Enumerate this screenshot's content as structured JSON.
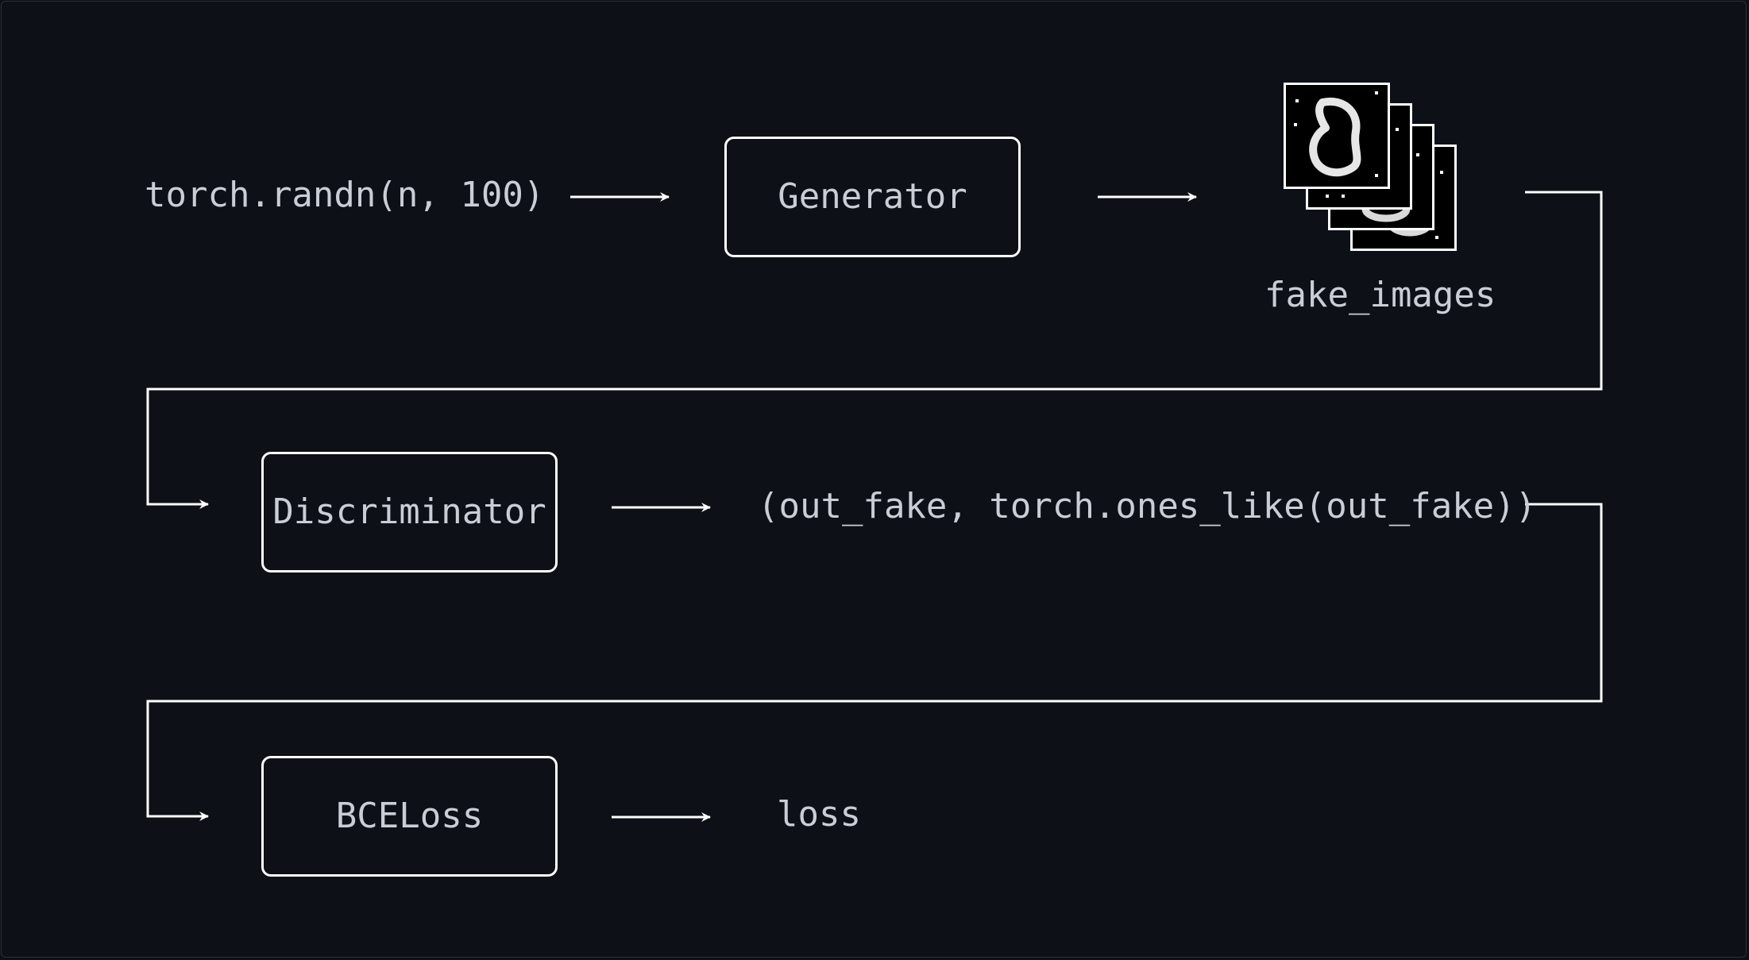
{
  "diagram": {
    "input_label": "torch.randn(n, 100)",
    "generator_label": "Generator",
    "fake_images_label": "fake_images",
    "discriminator_label": "Discriminator",
    "loss_args_label": "(out_fake, torch.ones_like(out_fake))",
    "bceloss_label": "BCELoss",
    "output_label": "loss"
  },
  "colors": {
    "background": "#0d1117",
    "stroke": "#ffffff",
    "text": "#c9ced6"
  }
}
